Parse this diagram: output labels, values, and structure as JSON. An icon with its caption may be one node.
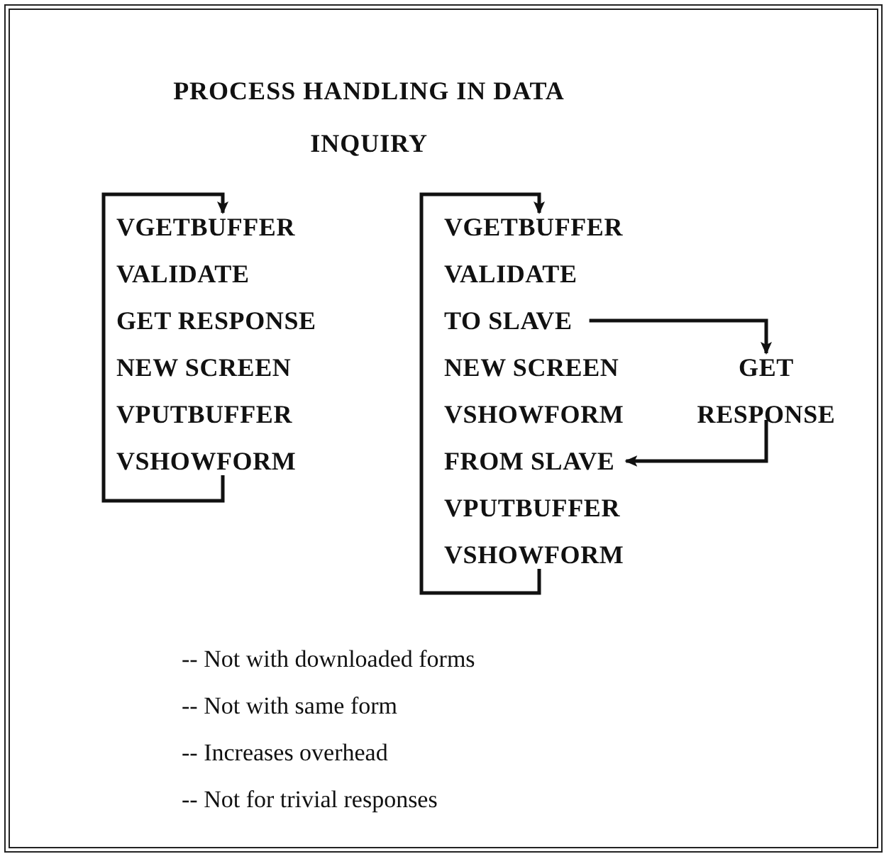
{
  "diagram": {
    "title": "PROCESS HANDLING IN DATA INQUIRY",
    "nodes": [
      {
        "text": [
          "VGETBUFFER"
        ]
      },
      {
        "text": [
          "VALIDATE"
        ]
      },
      {
        "text": [
          "GET RESPONSE"
        ]
      },
      {
        "text": [
          "NEW SCREEN"
        ]
      },
      {
        "text": [
          "VPUTBUFFER"
        ]
      },
      {
        "text": [
          "VSHOWFORM"
        ]
      },
      {
        "text": [
          "VGETBUFFER"
        ]
      },
      {
        "text": [
          "VALIDATE"
        ]
      },
      {
        "text": [
          "TO SLAVE"
        ]
      },
      {
        "text": [
          "NEW SCREEN"
        ]
      },
      {
        "text": [
          "VSHOWFORM"
        ]
      },
      {
        "text": [
          "FROM SLAVE"
        ]
      },
      {
        "text": [
          "VPUTBUFFER"
        ]
      },
      {
        "text": [
          "VSHOWFORM"
        ]
      },
      {
        "text": [
          "GET RESPONSE"
        ]
      }
    ],
    "edges": [
      {
        "from": 5,
        "to": 0,
        "arrow": "to"
      },
      {
        "from": 13,
        "to": 6,
        "arrow": "to"
      },
      {
        "from": 8,
        "to": 14,
        "arrow": "to"
      },
      {
        "from": 14,
        "to": 11,
        "arrow": "to"
      }
    ],
    "labels": [
      "-- Not with downloaded forms",
      "-- Not with same form",
      "-- Increases overhead",
      "-- Not for trivial responses"
    ]
  }
}
